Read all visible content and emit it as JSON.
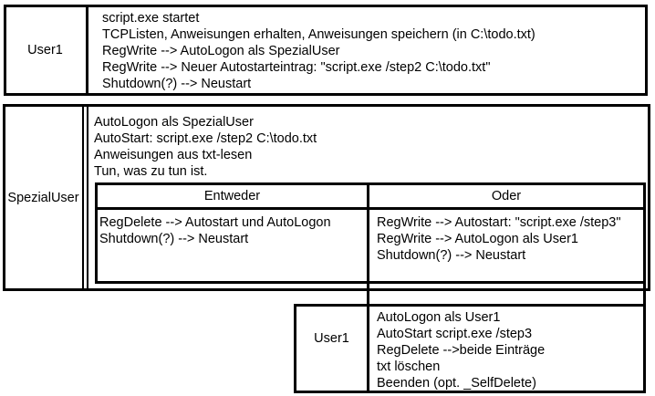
{
  "colors": {
    "border": "#000000",
    "text": "#000000",
    "background": "#ffffff"
  },
  "diagram": {
    "top_box": {
      "label": "User1",
      "lines": [
        "script.exe startet",
        "TCPListen, Anweisungen erhalten, Anweisungen speichern (in C:\\todo.txt)",
        "RegWrite --> AutoLogon als SpezialUser",
        "RegWrite --> Neuer Autostarteintrag: \"script.exe /step2 C:\\todo.txt\"",
        "Shutdown(?) --> Neustart"
      ]
    },
    "middle_box": {
      "label": "SpezialUser",
      "lines": [
        "AutoLogon als SpezialUser",
        "AutoStart: script.exe /step2 C:\\todo.txt",
        "Anweisungen aus txt-lesen",
        "Tun, was zu tun ist."
      ],
      "branch_table": {
        "left_header": "Entweder",
        "left_lines": [
          "RegDelete --> Autostart und AutoLogon",
          "Shutdown(?) --> Neustart"
        ],
        "right_header": "Oder",
        "right_lines": [
          "RegWrite --> Autostart: \"script.exe /step3\"",
          "RegWrite --> AutoLogon als User1",
          "Shutdown(?) --> Neustart"
        ]
      }
    },
    "bottom_box": {
      "label": "User1",
      "lines": [
        "AutoLogon als User1",
        "AutoStart script.exe /step3",
        "RegDelete -->beide Einträge",
        "txt löschen",
        "Beenden (opt. _SelfDelete)"
      ]
    }
  }
}
